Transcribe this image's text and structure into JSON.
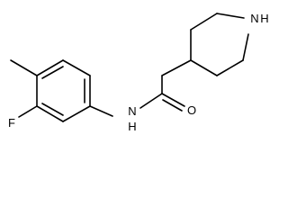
{
  "molecule": {
    "atoms": {
      "fluorine": "F",
      "amide_nitrogen": "N",
      "amide_hydrogen": "H",
      "carbonyl_oxygen": "O",
      "ring_nitrogen": "N",
      "ring_hydrogen": "H"
    }
  }
}
